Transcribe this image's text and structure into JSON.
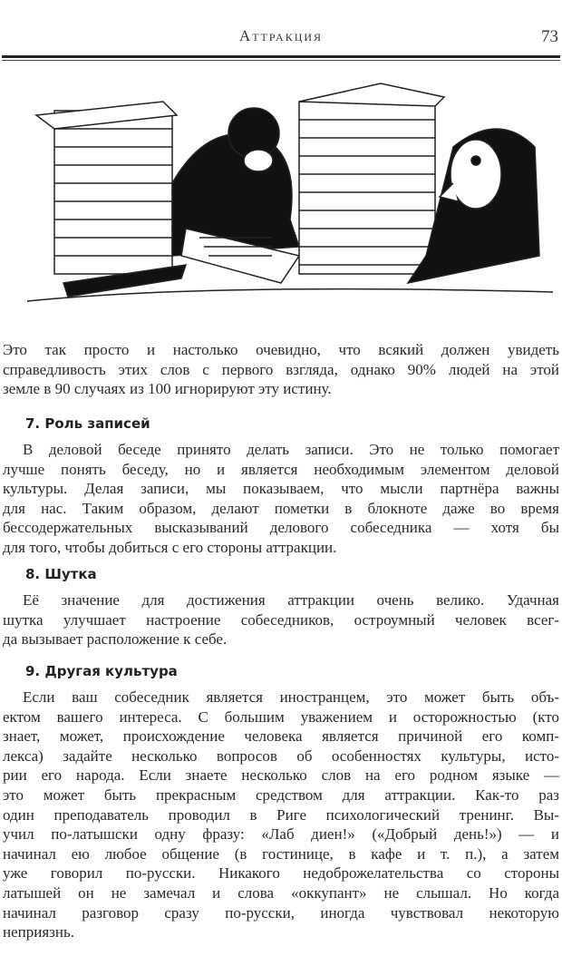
{
  "header": {
    "title": "Аттракция",
    "page_number": "73"
  },
  "paragraph_intro": [
    "Это так просто и настолько очевидно, что всякий должен увидеть",
    "справедливость этих слов с первого взгляда, однако 90% людей на этой",
    "земле в 90 случаях из 100 игнорируют эту истину."
  ],
  "sections": [
    {
      "heading": "7.   Роль записей",
      "lines": [
        "В деловой беседе принято делать записи. Это не только помогает",
        "лучше понять беседу, но и является необходимым элементом деловой",
        "культуры. Делая записи, мы показываем, что мысли партнёра важны",
        "для нас. Таким образом, делают пометки в блокноте даже во время",
        "бессодержательных высказываний делового собеседника — хотя бы",
        "для того, чтобы добиться с его стороны аттракции."
      ]
    },
    {
      "heading": "8. Шутка",
      "lines": [
        "Её значение для достижения аттракции очень велико. Удачная",
        "шутка улучшает настроение собеседников, остроумный человек всег-",
        "да вызывает расположение к себе."
      ]
    },
    {
      "heading": "9. Другая культура",
      "lines": [
        "Если ваш собеседник является иностранцем, это может быть объ-",
        "ектом вашего интереса. С большим уважением и осторожностью (кто",
        "знает, может, происхождение человека является причиной его комп-",
        "лекса) задайте несколько вопросов об особенностях культуры, исто-",
        "рии его народа. Если знаете несколько слов на его родном языке —",
        "это может быть прекрасным средством для аттракции. Как-то раз",
        "один преподаватель проводил в Риге психологический тренинг. Вы-",
        "учил по-латышски одну фразу: «Лаб диен!» («Добрый день!») — и",
        "начинал ею любое общение (в гостинице, в кафе и т. п.), а затем",
        "уже говорил по-русски. Никакого недоброжелательства со стороны",
        "латышей он не замечал и слова «оккупант» не слышал. Но когда",
        "начинал разговор сразу по-русски, иногда чувствовал некоторую",
        "неприязнь."
      ]
    }
  ]
}
